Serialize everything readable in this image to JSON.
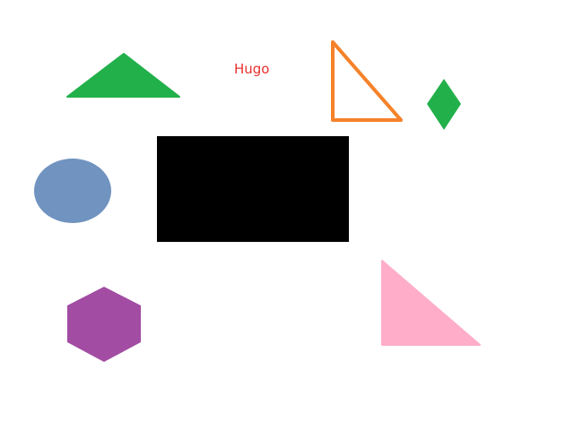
{
  "label": {
    "text": "Hugo",
    "color": "#e8312f"
  },
  "shapes": {
    "green_triangle": {
      "kind": "triangle",
      "color": "#22b04b"
    },
    "orange_triangle": {
      "kind": "triangle-outline",
      "color": "#f5822a"
    },
    "green_diamond": {
      "kind": "diamond",
      "color": "#22b04b"
    },
    "blue_ellipse": {
      "kind": "ellipse",
      "color": "#7093c0"
    },
    "black_rectangle": {
      "kind": "rectangle",
      "color": "#000000"
    },
    "purple_hexagon": {
      "kind": "hexagon",
      "color": "#a24ca3"
    },
    "pink_triangle": {
      "kind": "triangle",
      "color": "#ffadc9"
    }
  }
}
